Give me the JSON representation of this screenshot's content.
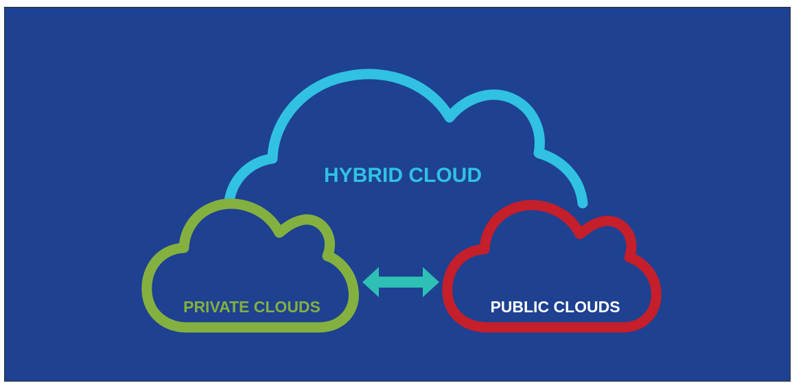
{
  "diagram": {
    "background_color": "#1e4191",
    "hybrid_cloud": {
      "label": "HYBRID CLOUD",
      "color": "#31c1e3"
    },
    "private_clouds": {
      "label": "PRIVATE CLOUDS",
      "color": "#84b040"
    },
    "public_clouds": {
      "label": "PUBLIC CLOUDS",
      "color": "#c41f2b",
      "label_color": "#ffffff"
    },
    "connector": {
      "icon": "double-arrow-icon",
      "color": "#2ec0b4"
    }
  }
}
